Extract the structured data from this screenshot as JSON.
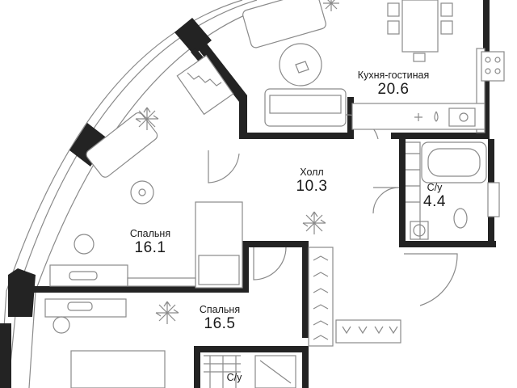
{
  "rooms": {
    "kitchen": {
      "name": "Кухня-гостиная",
      "area": "20.6"
    },
    "hall": {
      "name": "Холл",
      "area": "10.3"
    },
    "bath1": {
      "name": "С/у",
      "area": "4.4"
    },
    "bedroom1": {
      "name": "Спальня",
      "area": "16.1"
    },
    "bedroom2": {
      "name": "Спальня",
      "area": "16.5"
    },
    "bath2": {
      "name": "С/у",
      "area": ""
    }
  },
  "colors": {
    "wall": "#232323",
    "line": "#8a8a8a",
    "background": "#ffffff"
  }
}
